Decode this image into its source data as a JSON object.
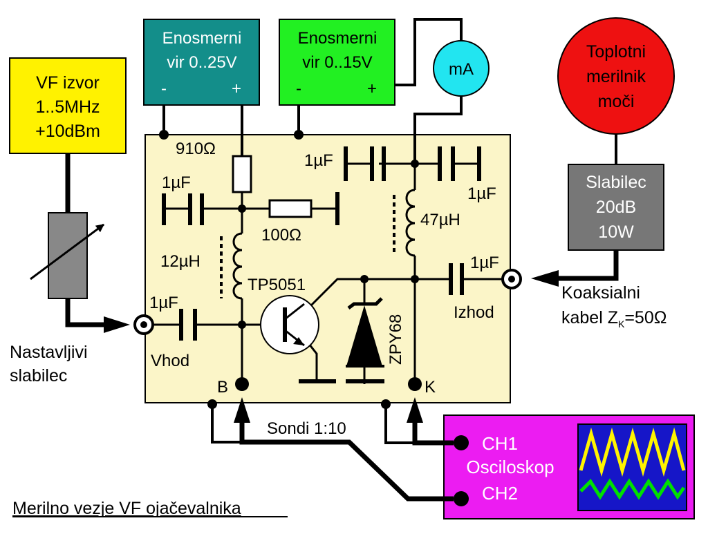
{
  "title": "Merilno vezje VF ojačevalnika",
  "colors": {
    "board": "#FBF5C8",
    "vf_source": "#FFF200",
    "supply1": "#138E8A",
    "supply2": "#22F022",
    "ammeter": "#22E5F0",
    "power_meter": "#EE1111",
    "attenuator": "#777777",
    "variable_attenuator": "#888888",
    "oscilloscope": "#EC1CF2",
    "screen": "#1616C8",
    "trace_ch1": "#FFF400",
    "trace_ch2": "#00E000"
  },
  "vf_source": {
    "line1": "VF izvor",
    "line2": "1..5MHz",
    "line3": "+10dBm"
  },
  "supply1": {
    "line1": "Enosmerni",
    "line2": "vir  0..25V",
    "minus": "-",
    "plus": "+"
  },
  "supply2": {
    "line1": "Enosmerni",
    "line2": "vir  0..15V",
    "minus": "-",
    "plus": "+"
  },
  "ammeter": {
    "label": "mA"
  },
  "power_meter": {
    "line1": "Toplotni",
    "line2": "merilnik",
    "line3": "moči"
  },
  "attenuator": {
    "line1": "Slabilec",
    "line2": "20dB",
    "line3": "10W"
  },
  "variable_attenuator": {
    "line1": "Nastavljivi",
    "line2": "slabilec"
  },
  "coax": {
    "line1": "Koaksialni",
    "line2_prefix": "kabel Z",
    "line2_sub": "K",
    "line2_suffix": "=50Ω"
  },
  "components": {
    "r_910": "910Ω",
    "r_100": "100Ω",
    "c_left_top": "1µF",
    "c_top_left": "1µF",
    "c_top_right": "1µF",
    "c_out": "1µF",
    "c_in": "1µF",
    "l_12": "12µH",
    "l_47": "47µH",
    "transistor": "TP5051",
    "zener": "ZPY68"
  },
  "ports": {
    "input": "Vhod",
    "output": "Izhod",
    "base": "B",
    "collector": "K"
  },
  "probes": {
    "label": "Sondi 1:10"
  },
  "oscilloscope": {
    "ch1": "CH1",
    "name": "Osciloskop",
    "ch2": "CH2"
  }
}
